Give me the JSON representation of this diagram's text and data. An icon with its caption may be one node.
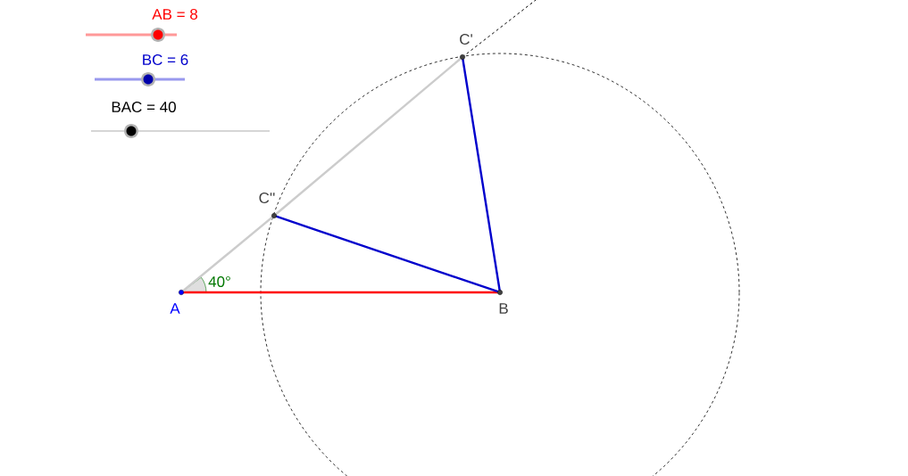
{
  "diagram": {
    "nodes": [
      {
        "text": [],
        "shape": "circle",
        "beside": [
          "A"
        ]
      },
      {
        "text": [],
        "shape": "circle",
        "beside": [
          "B"
        ]
      },
      {
        "text": [],
        "shape": "circle",
        "beside": [
          "C'"
        ]
      },
      {
        "text": [],
        "shape": "circle",
        "beside": [
          "C''"
        ]
      }
    ],
    "edges": [
      {
        "from": 0,
        "to": 1,
        "arrow": "none",
        "color": "#ff0000"
      },
      {
        "from": 0,
        "to": 3,
        "arrow": "none",
        "color": "#cccccc"
      },
      {
        "from": 3,
        "to": 2,
        "arrow": "none",
        "color": "#cccccc"
      },
      {
        "from": 1,
        "to": 2,
        "arrow": "none",
        "color": "#0000cc"
      },
      {
        "from": 1,
        "to": 3,
        "arrow": "none",
        "color": "#0000cc"
      }
    ],
    "labels": [
      "AB = 8",
      "BC = 6",
      "BAC = 40",
      "40°"
    ]
  }
}
